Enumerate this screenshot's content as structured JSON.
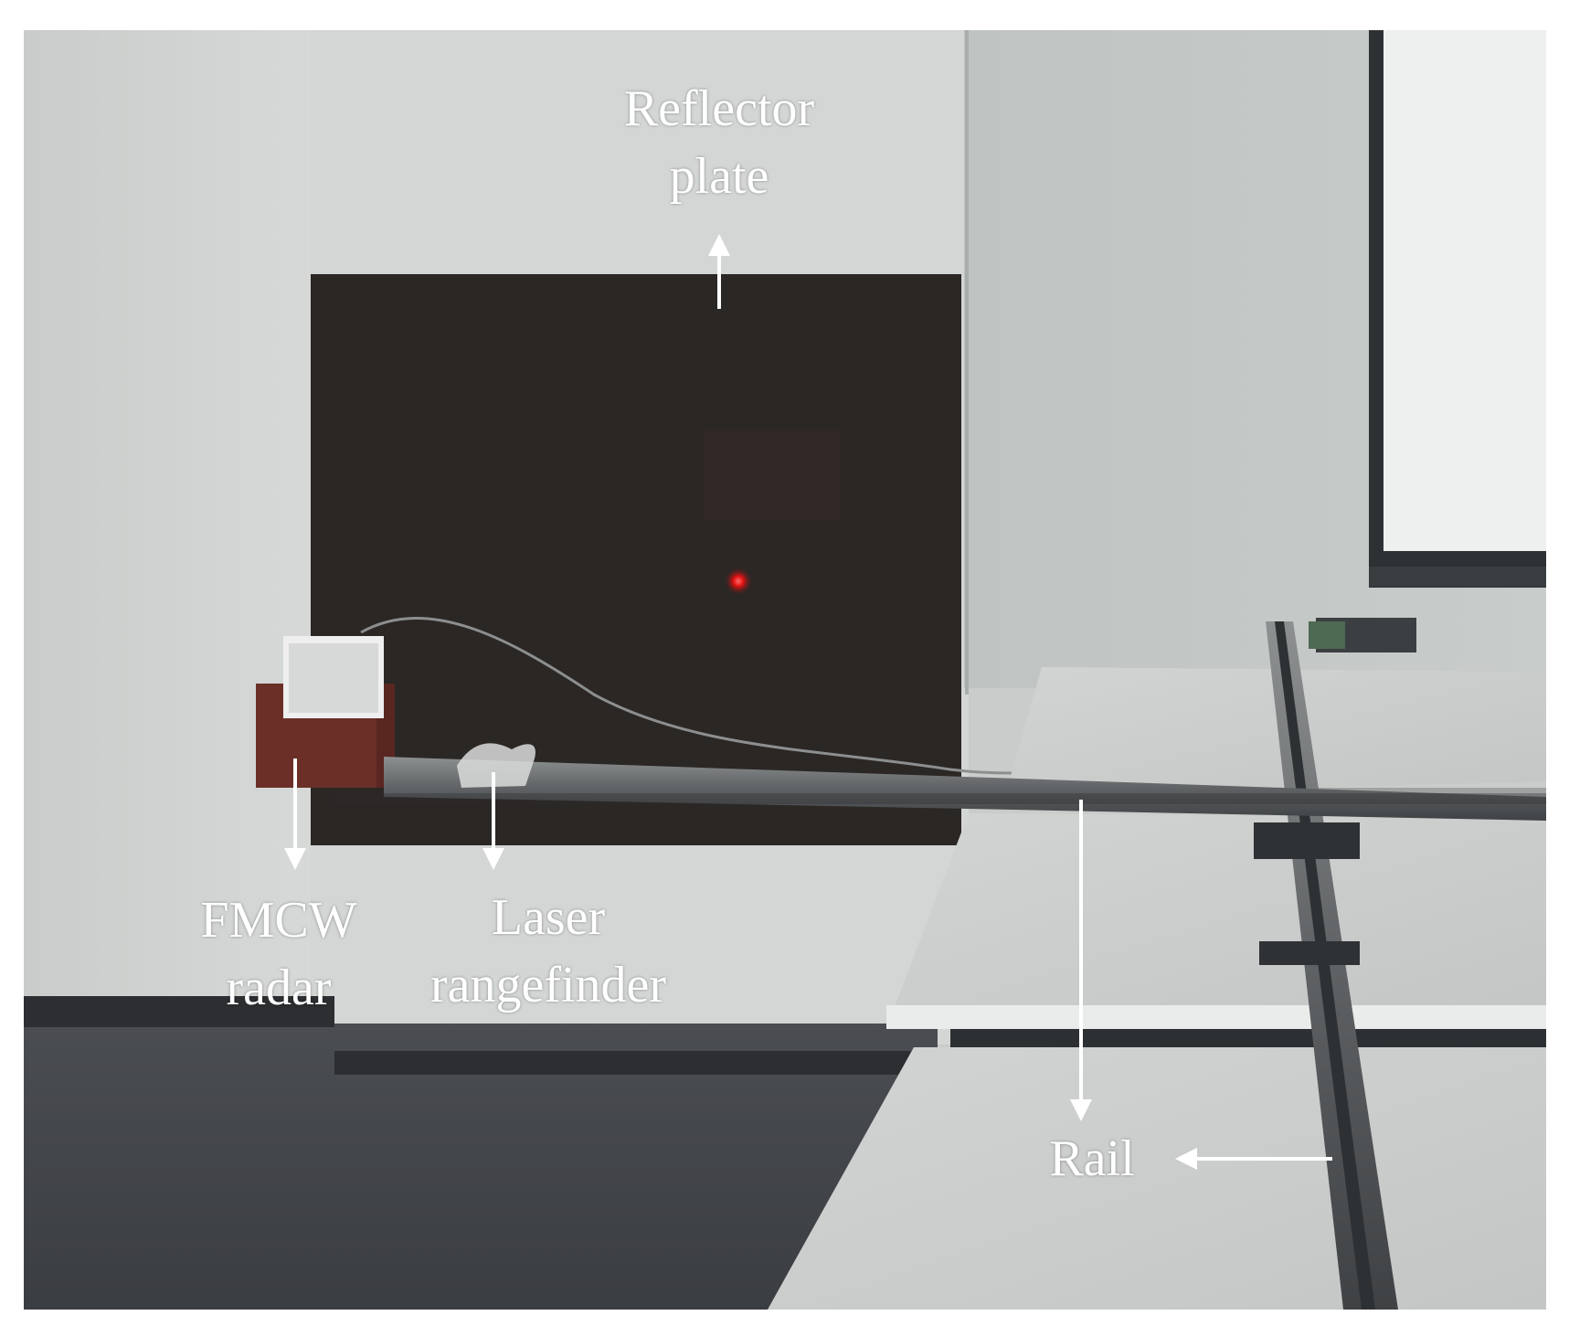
{
  "figure": {
    "labels": {
      "reflector": {
        "line1": "Reflector",
        "line2": "plate"
      },
      "radar": {
        "line1": "FMCW",
        "line2": "radar"
      },
      "rangefinder": {
        "line1": "Laser",
        "line2": "rangefinder"
      },
      "rail": {
        "line1": "Rail"
      }
    }
  }
}
